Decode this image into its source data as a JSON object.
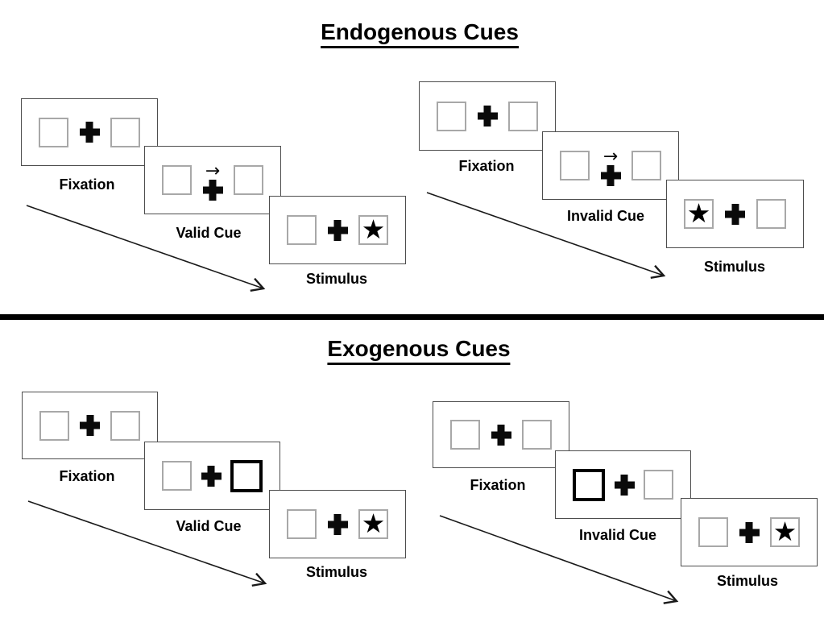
{
  "sections": {
    "endogenous": {
      "title": "Endogenous Cues",
      "valid": {
        "steps": [
          {
            "label": "Fixation",
            "cue": "none",
            "star_side": "none"
          },
          {
            "label": "Valid Cue",
            "cue": "arrow-right-above-cross",
            "star_side": "none"
          },
          {
            "label": "Stimulus",
            "cue": "none",
            "star_side": "right"
          }
        ]
      },
      "invalid": {
        "steps": [
          {
            "label": "Fixation",
            "cue": "none",
            "star_side": "none"
          },
          {
            "label": "Invalid Cue",
            "cue": "arrow-right-above-cross",
            "star_side": "none"
          },
          {
            "label": "Stimulus",
            "cue": "none",
            "star_side": "left"
          }
        ]
      }
    },
    "exogenous": {
      "title": "Exogenous Cues",
      "valid": {
        "steps": [
          {
            "label": "Fixation",
            "cue": "none",
            "star_side": "none"
          },
          {
            "label": "Valid Cue",
            "cue": "thick-box-right",
            "star_side": "none"
          },
          {
            "label": "Stimulus",
            "cue": "none",
            "star_side": "right"
          }
        ]
      },
      "invalid": {
        "steps": [
          {
            "label": "Fixation",
            "cue": "none",
            "star_side": "none"
          },
          {
            "label": "Invalid Cue",
            "cue": "thick-box-left",
            "star_side": "none"
          },
          {
            "label": "Stimulus",
            "cue": "none",
            "star_side": "right"
          }
        ]
      }
    }
  },
  "glyphs": {
    "cue_arrow": "→",
    "star": "★"
  },
  "colors": {
    "background": "#ffffff",
    "ink": "#000000",
    "panel_border": "#4d4d4d",
    "placeholder_border": "#a8a8a8",
    "highlight_border": "#000000"
  }
}
